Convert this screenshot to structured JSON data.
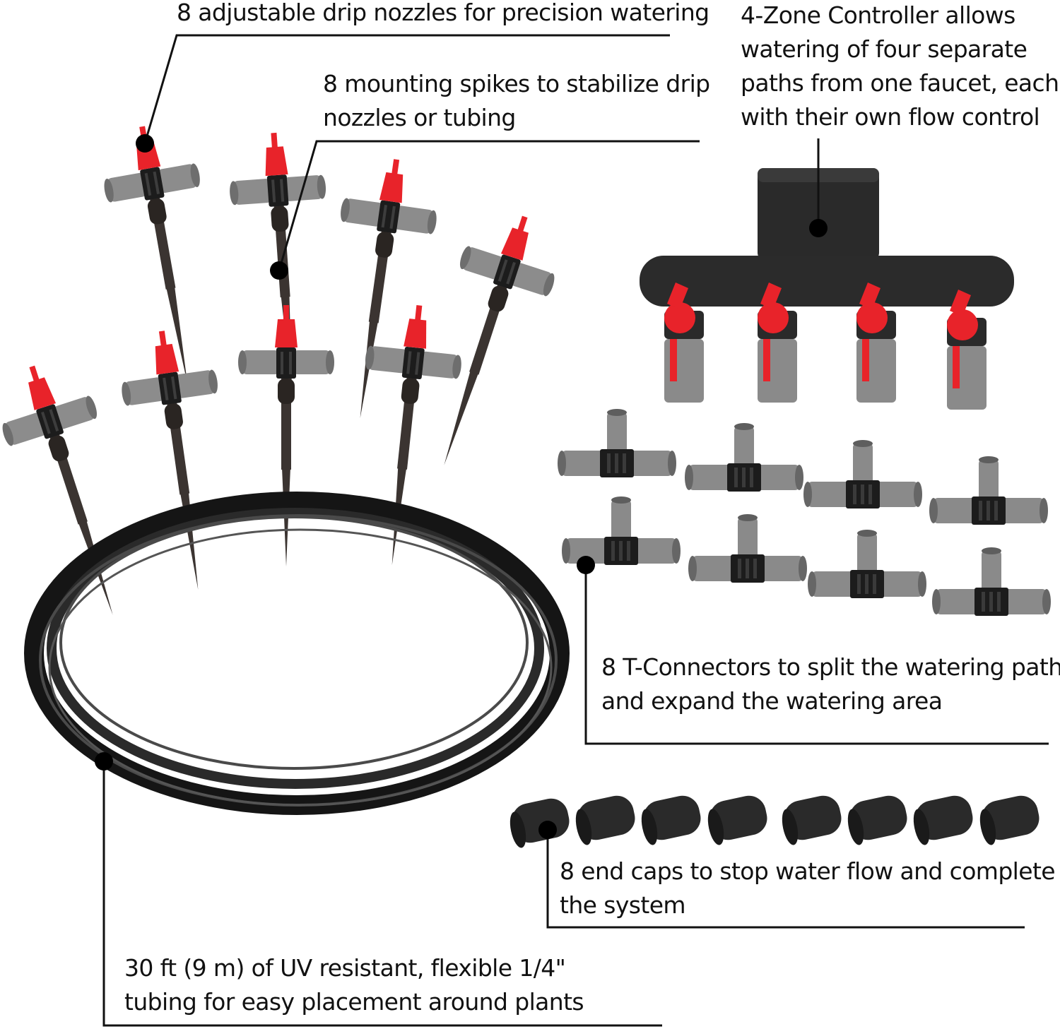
{
  "callouts": {
    "drip_nozzles": [
      "8 adjustable drip nozzles for precision watering"
    ],
    "mounting_spikes": [
      "8 mounting spikes to stabilize drip",
      "nozzles or tubing"
    ],
    "controller": [
      "4-Zone Controller allows",
      "watering of four separate",
      "paths from one faucet, each",
      "with their own flow control"
    ],
    "t_connectors": [
      "8 T-Connectors to split the watering path",
      "and expand the watering area"
    ],
    "end_caps": [
      "8 end caps to stop water flow and complete",
      "the system"
    ],
    "tubing": [
      "30 ft (9 m) of UV resistant, flexible 1/4\"",
      "tubing for easy placement around plants"
    ]
  },
  "colors": {
    "nozzle_red": "#e8232a",
    "connector_gray": "#8a8a8a",
    "body_black": "#1c1c1c",
    "spike_brown": "#3b3431",
    "leader_line": "#111111"
  },
  "icons": [
    "drip-nozzle-icon",
    "mounting-spike-icon",
    "zone-controller-icon",
    "t-connector-icon",
    "end-cap-icon",
    "tubing-coil-icon"
  ]
}
